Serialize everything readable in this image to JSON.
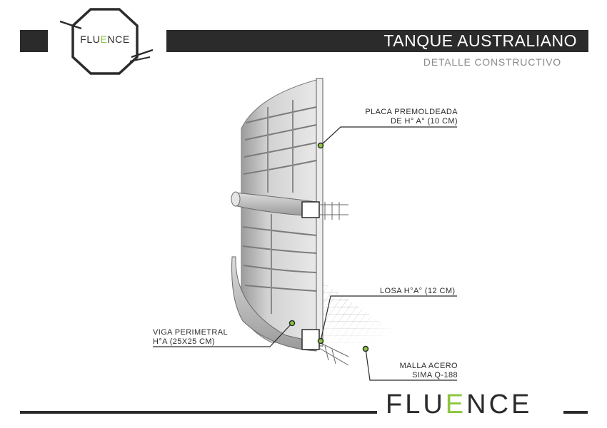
{
  "header": {
    "title": "TANQUE AUSTRALIANO",
    "subtitle": "DETALLE CONSTRUCTIVO",
    "logo_text_pre": "FLU",
    "logo_text_accent": "E",
    "logo_text_post": "NCE"
  },
  "callouts": {
    "placa_line1": "PLACA PREMOLDEADA",
    "placa_line2": "DE H° A° (10 CM)",
    "losa": "LOSA H°A° (12 CM)",
    "viga_line1": "VIGA PERIMETRAL",
    "viga_line2": "H°A (25X25 CM)",
    "malla_line1": "MALLA ACERO",
    "malla_line2": "SIMA Q-188"
  },
  "footer": {
    "logo_pre": "FLU",
    "logo_accent": "E",
    "logo_post": "NCE"
  },
  "colors": {
    "dark": "#2b2b2b",
    "accent": "#8dc63f",
    "subtitle": "#8a8a8a",
    "concrete": "#c9c9c9"
  }
}
